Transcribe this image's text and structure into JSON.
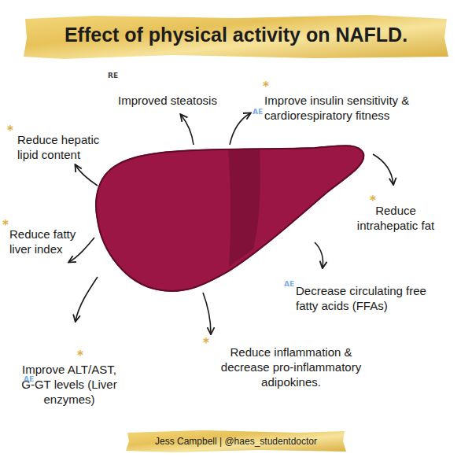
{
  "diagram": {
    "title": "Effect of physical activity on NAFLD.",
    "caption": "Jess Campbell | @haes_studentdoctor",
    "labels": [
      "RE",
      "Improved steatosis",
      "*",
      "Improve insulin sensitivity & cardiorespiratory fitness",
      "AE",
      "*",
      "Reduce hepatic lipid content",
      "*",
      "Reduce fatty liver index",
      "*",
      "Reduce intrahepatic fat",
      "AE",
      "Decrease circulating free fatty acids (FFAs)",
      "*",
      "Reduce inflammation & decrease pro-inflammatory adipokines.",
      "*",
      "Improve ALT/AST, G-GT levels (Liver enzymes)",
      "AE"
    ]
  }
}
